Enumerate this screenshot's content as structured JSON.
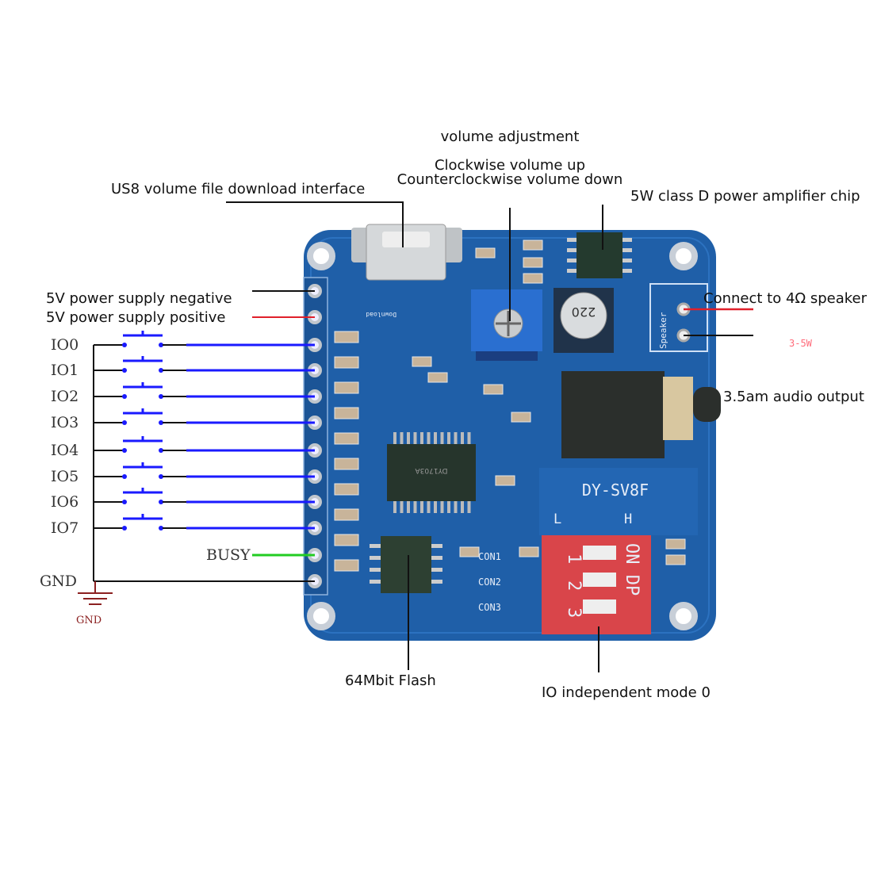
{
  "annotations": {
    "volume_title": "volume adjustment",
    "volume_cw": "Clockwise volume up",
    "volume_ccw": "Counterclockwise volume down",
    "usb": "US8 volume file download interface",
    "amp_chip": "5W class D power amplifier chip",
    "speaker": "Connect to 4Ω speaker",
    "speaker_power": "3-5W",
    "audio_out": "3.5am audio output",
    "pwr_neg": "5V power supply negative",
    "pwr_pos": "5V power supply positive",
    "flash": "64Mbit Flash",
    "io_mode": "IO independent mode 0"
  },
  "io_pins": [
    "IO0",
    "IO1",
    "IO2",
    "IO3",
    "IO4",
    "IO5",
    "IO6",
    "IO7"
  ],
  "busy_label": "BUSY",
  "gnd_label": "GND",
  "gnd_symbol_label": "GND",
  "board": {
    "model": "DY-SV8F",
    "switch_low": "L",
    "switch_high": "H",
    "dip_label": "ON DP",
    "dip_numbers": [
      "1",
      "2",
      "3"
    ],
    "con_labels": [
      "CON1",
      "CON2",
      "CON3"
    ],
    "speaker_silk": "Speaker",
    "download_silk": "Download",
    "chip_marking": "DY1703A",
    "cap_marking": "220"
  },
  "colors": {
    "board": "#1f5fa8",
    "io_wire": "#1a1aff",
    "busy_wire": "#22cc22",
    "positive_wire": "#e0202a",
    "dip_switch": "#d9454a",
    "gnd_symbol": "#8b2020"
  }
}
